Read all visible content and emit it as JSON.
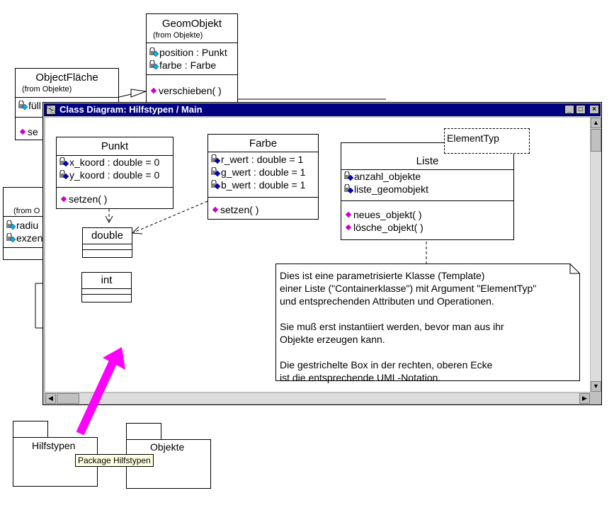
{
  "background": {
    "geomobjekt": {
      "name": "GeomObjekt",
      "from": "(from Objekte)",
      "attributes": [
        "position : Punkt",
        "farbe : Farbe"
      ],
      "operations": [
        "verschieben( )"
      ]
    },
    "objectflaeche": {
      "name": "ObjectFläche",
      "from": "(from Objekte)",
      "attributes": [
        "füll"
      ],
      "operations": [
        "se"
      ]
    },
    "kreis_partial": {
      "from": "(from O",
      "attributes": [
        "radiu",
        "exzen"
      ]
    }
  },
  "window": {
    "title": "Class Diagram: Hilfstypen / Main",
    "buttons": {
      "minimize": "_",
      "maximize": "□",
      "close": "×"
    }
  },
  "classes": {
    "punkt": {
      "name": "Punkt",
      "attributes": [
        "x_koord : double = 0",
        "y_koord : double = 0"
      ],
      "operations": [
        "setzen( )"
      ]
    },
    "farbe": {
      "name": "Farbe",
      "attributes": [
        "r_wert : double = 1",
        "g_wert : double = 1",
        "b_wert : double = 1"
      ],
      "operations": [
        "setzen( )"
      ]
    },
    "liste": {
      "name": "Liste",
      "template_param": "ElementTyp",
      "attributes": [
        "anzahl_objekte",
        "liste_geomobjekt"
      ],
      "operations": [
        "neues_objekt( )",
        "lösche_objekt( )"
      ]
    },
    "double": {
      "name": "double"
    },
    "int": {
      "name": "int"
    }
  },
  "note": {
    "text": "Dies ist eine parametrisierte Klasse (Template)\neiner Liste (\"Containerklasse\") mit Argument \"ElementTyp\"\nund entsprechenden Attributen und Operationen.\n\nSie muß erst instantiiert werden, bevor man aus ihr\nObjekte erzeugen kann.\n\nDie gestrichelte Box in der rechten, oberen Ecke\nist die entsprechende UML-Notation."
  },
  "packages": {
    "hilfstypen": "Hilfstypen",
    "objekte": "Objekte"
  },
  "tooltip": "Package Hilfstypen",
  "colors": {
    "titlebar": "#000080",
    "arrow": "#ff00ff",
    "operation_marker": "#cc00cc",
    "attribute_key": "#0000cc"
  }
}
